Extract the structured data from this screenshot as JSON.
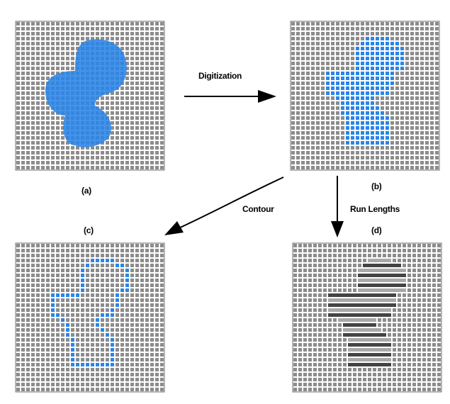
{
  "panel_labels": {
    "a": "(a)",
    "b": "(b)",
    "c": "(c)",
    "d": "(d)"
  },
  "arrow_labels": {
    "digitization": "Digitization",
    "contour": "Contour",
    "run_lengths": "Run Lengths"
  },
  "colors": {
    "grid_background": "#ffffff",
    "grid_cell": "#8c8c8c",
    "shape_blue": "#2a85e8",
    "run_dark": "#444444",
    "run_light": "#a9a9a9",
    "arrow": "#000000"
  }
}
